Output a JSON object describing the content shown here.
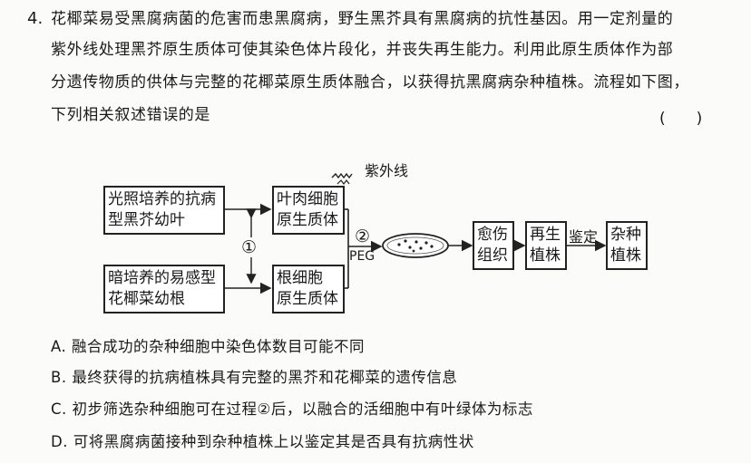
{
  "question": {
    "number": "4.",
    "lines": [
      "花椰菜易受黑腐病菌的危害而患黑腐病，野生黑芥具有黑腐病的抗性基因。用一定剂量的",
      "紫外线处理黑芥原生质体可使其染色体片段化，并丧失再生能力。利用此原生质体作为部",
      "分遗传物质的供体与完整的花椰菜原生质体融合，以获得抗黑腐病杂种植株。流程如下图，",
      "下列相关叙述错误的是"
    ],
    "answer_paren": "(　　)"
  },
  "diagram": {
    "box1_line1": "光照培养的抗病",
    "box1_line2": "型黑芥幼叶",
    "box2_line1": "暗培养的易感型",
    "box2_line2": "花椰菜幼根",
    "box3_line1": "叶肉细胞",
    "box3_line2": "原生质体",
    "box4_line1": "根细胞",
    "box4_line2": "原生质体",
    "uv_label": "紫外线",
    "step1": "①",
    "step2": "②",
    "peg": "PEG",
    "box5_line1": "愈伤",
    "box5_line2": "组织",
    "box6_line1": "再生",
    "box6_line2": "植株",
    "identify": "鉴定",
    "box7_line1": "杂种",
    "box7_line2": "植株"
  },
  "options": [
    {
      "letter": "A.",
      "text": "融合成功的杂种细胞中染色体数目可能不同"
    },
    {
      "letter": "B.",
      "text": "最终获得的抗病植株具有完整的黑芥和花椰菜的遗传信息"
    },
    {
      "letter": "C.",
      "text": "初步筛选杂种细胞可在过程②后，以融合的活细胞中有叶绿体为标志"
    },
    {
      "letter": "D.",
      "text": "可将黑腐病菌接种到杂种植株上以鉴定其是否具有抗病性状"
    }
  ]
}
